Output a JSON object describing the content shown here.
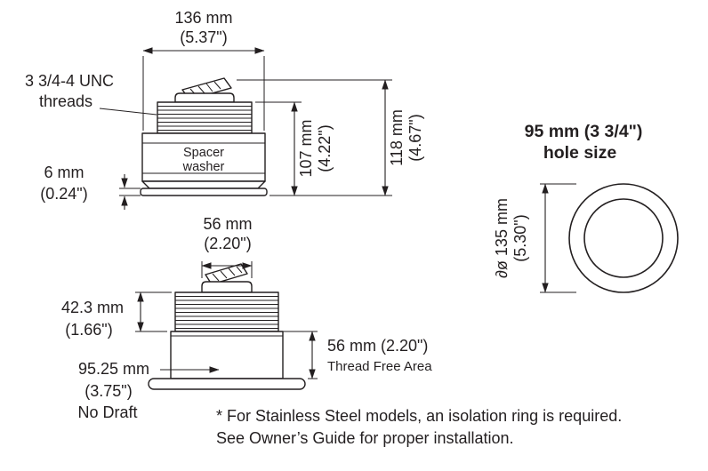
{
  "colors": {
    "ink": "#231f20",
    "background": "#ffffff"
  },
  "side_view": {
    "width": {
      "line1": "136 mm",
      "line2": "(5.37\")"
    },
    "threads_label": {
      "line1": "3 3/4-4 UNC",
      "line2": "threads"
    },
    "spacer_washer": {
      "line1": "Spacer",
      "line2": "washer"
    },
    "base_thickness": {
      "line1": "6 mm",
      "line2": "(0.24\")"
    },
    "thread_height": {
      "line1": "107 mm",
      "line2": "(4.22\")"
    },
    "overall_height": {
      "line1": "118 mm",
      "line2": "(4.67\")"
    }
  },
  "hole_view": {
    "title": {
      "line1": "95 mm (3 3/4\")",
      "line2": "hole size"
    },
    "diameter": {
      "line1": "∂ø 135 mm",
      "line2": "(5.30\")"
    }
  },
  "tilted_view": {
    "stem_width": {
      "line1": "56 mm",
      "line2": "(2.20\")"
    },
    "thread_length": {
      "line1": "42.3 mm",
      "line2": "(1.66\")"
    },
    "no_draft": {
      "line1": "95.25 mm",
      "line2": "(3.75\")",
      "line3": "No Draft"
    },
    "thread_free": {
      "line1": "56 mm (2.20\")",
      "line2": "Thread Free Area"
    }
  },
  "footnote": {
    "line1": "* For Stainless Steel models, an isolation ring is required.",
    "line2": "See Owner’s Guide for proper installation."
  }
}
